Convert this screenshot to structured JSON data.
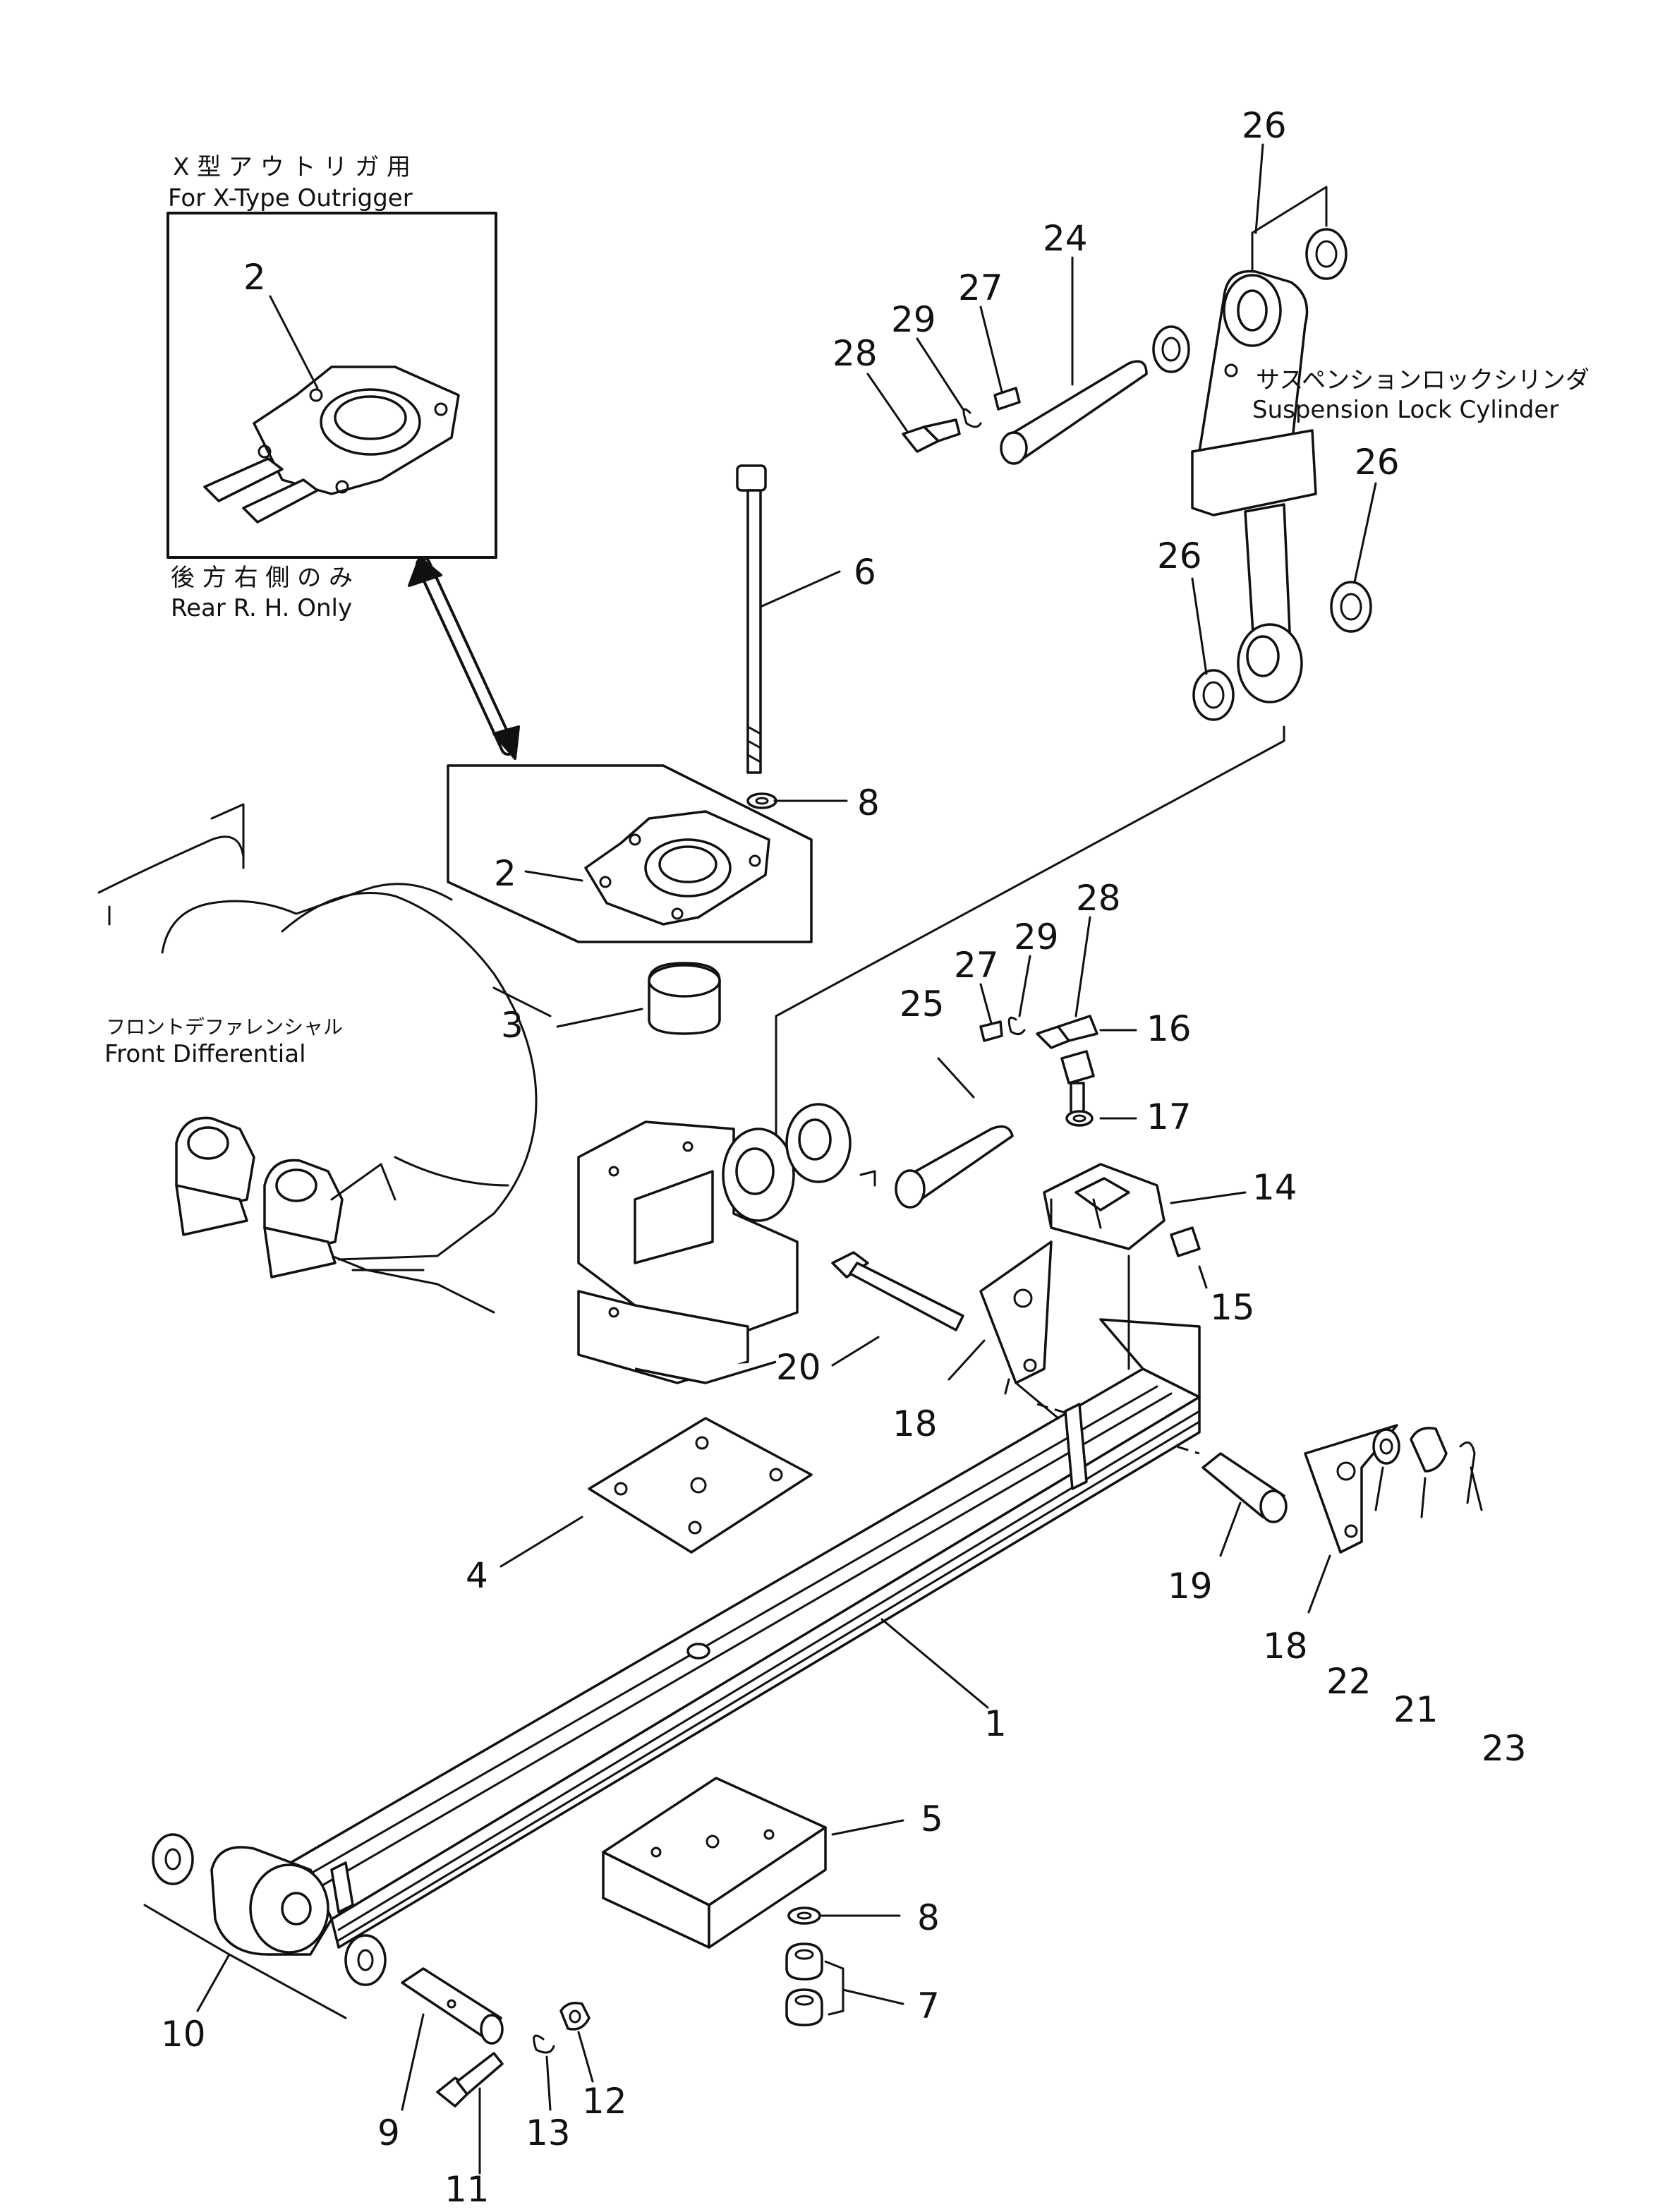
{
  "inset": {
    "title_jp": "X 型 ア ウ ト リ ガ 用",
    "title_en": "For  X-Type  Outrigger",
    "note_jp": "後 方 右 側 の み",
    "note_en": "Rear  R. H.  Only"
  },
  "labels": {
    "cylinder_jp": "サスペンションロックシリンダ",
    "cylinder_en": "Suspension  Lock  Cylinder",
    "diff_jp": "フロントデファレンシャル",
    "diff_en": "Front  Differential"
  },
  "callouts": {
    "c26a": "26",
    "c24": "24",
    "c27a": "27",
    "c29a": "29",
    "c28a": "28",
    "c26b": "26",
    "c26c": "26",
    "c2inset": "2",
    "c6": "6",
    "c8a": "8",
    "c2": "2",
    "c3": "3",
    "c28b": "28",
    "c29b": "29",
    "c27b": "27",
    "c25": "25",
    "c16": "16",
    "c17": "17",
    "c14": "14",
    "c15": "15",
    "c20": "20",
    "c18a": "18",
    "c19": "19",
    "c4": "4",
    "c18b": "18",
    "c22": "22",
    "c21": "21",
    "c23": "23",
    "c1": "1",
    "c5": "5",
    "c8b": "8",
    "c7": "7",
    "c10": "10",
    "c9": "9",
    "c13": "13",
    "c12": "12",
    "c11": "11"
  }
}
